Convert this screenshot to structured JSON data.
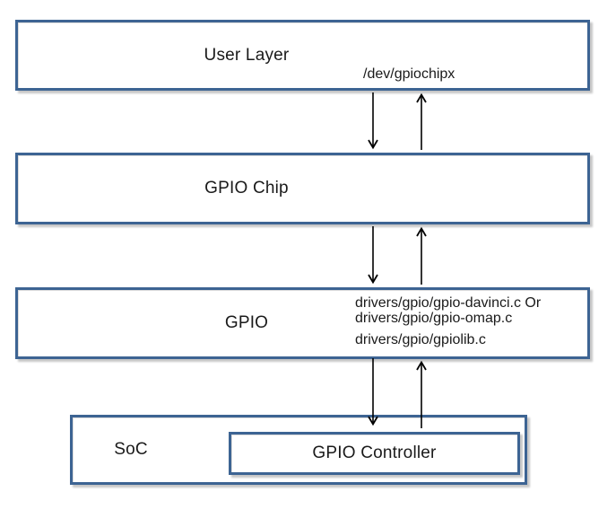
{
  "boxes": {
    "user_layer": "User Layer",
    "gpio_chip": "GPIO Chip",
    "gpio": "GPIO",
    "soc": "SoC",
    "gpio_controller": "GPIO Controller"
  },
  "annotations": {
    "dev_node": "/dev/gpiochipx",
    "driver_option": "drivers/gpio/gpio-davinci.c Or",
    "driver_option_alt": "drivers/gpio/gpio-omap.c",
    "driver_lib": "drivers/gpio/gpiolib.c"
  },
  "colors": {
    "box_border": "#3d6493",
    "arrow": "#000000",
    "text": "#1a1a1a",
    "background": "#ffffff"
  }
}
